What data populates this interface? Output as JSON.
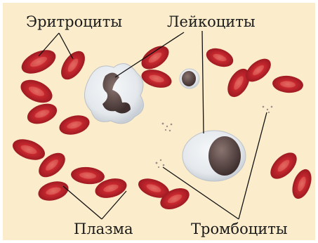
{
  "labels": {
    "erythrocytes": "Эритроциты",
    "leukocytes": "Лейкоциты",
    "plasma": "Плазма",
    "platelets": "Тромбоциты"
  },
  "colors": {
    "background": "#fbeccb",
    "frame": "#ffffff",
    "erythrocyte": "#c8282f",
    "erythrocyte_center": "#e46a63",
    "leukocyte": "#e7ebef",
    "nucleus": "#5a4846",
    "platelet": "#9a8f8a"
  }
}
